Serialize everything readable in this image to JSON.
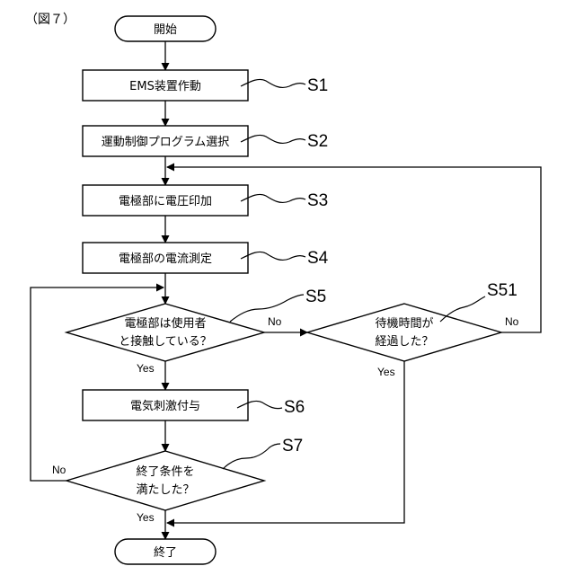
{
  "figure_label": "（図７）",
  "nodes": {
    "start": "開始",
    "s1": "EMS装置作動",
    "s2": "運動制御プログラム選択",
    "s3": "電極部に電圧印加",
    "s4": "電極部の電流測定",
    "s5_line1": "電極部は使用者",
    "s5_line2": "と接触している？",
    "s6": "電気刺激付与",
    "s7_line1": "終了条件を",
    "s7_line2": "満たした？",
    "s51_line1": "待機時間が",
    "s51_line2": "経過した？",
    "end": "終了"
  },
  "step_labels": {
    "s1": "S1",
    "s2": "S2",
    "s3": "S3",
    "s4": "S4",
    "s5": "S5",
    "s6": "S6",
    "s7": "S7",
    "s51": "S51"
  },
  "branch_labels": {
    "s5_yes": "Yes",
    "s5_no": "No",
    "s51_yes": "Yes",
    "s51_no": "No",
    "s7_yes": "Yes",
    "s7_no": "No"
  }
}
